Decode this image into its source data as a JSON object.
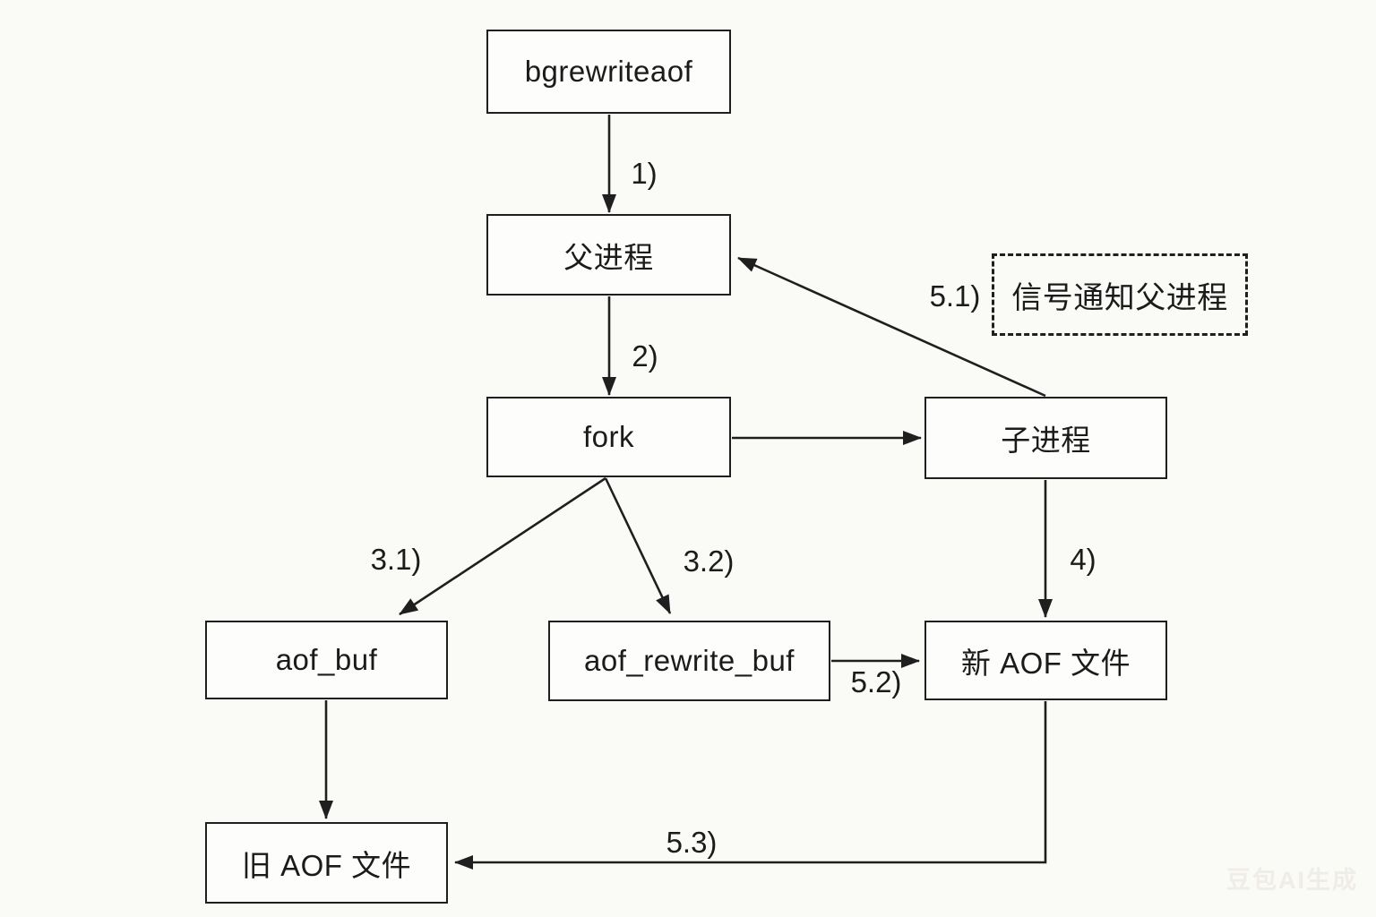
{
  "diagram": {
    "title": "bgrewriteaof AOF rewrite flow",
    "nodes": {
      "bgrewriteaof": {
        "label": "bgrewriteaof",
        "shape": "rect"
      },
      "parent_process": {
        "label": "父进程",
        "shape": "rect"
      },
      "fork": {
        "label": "fork",
        "shape": "rect"
      },
      "child_process": {
        "label": "子进程",
        "shape": "rect"
      },
      "signal_notice": {
        "label": "信号通知父进程",
        "shape": "dashed-rect"
      },
      "aof_buf": {
        "label": "aof_buf",
        "shape": "rect"
      },
      "aof_rewrite_buf": {
        "label": "aof_rewrite_buf",
        "shape": "rect"
      },
      "new_aof_file": {
        "label": "新 AOF 文件",
        "shape": "rect"
      },
      "old_aof_file": {
        "label": "旧 AOF 文件",
        "shape": "rect"
      }
    },
    "edges": [
      {
        "from": "bgrewriteaof",
        "to": "parent_process",
        "label": "1)"
      },
      {
        "from": "parent_process",
        "to": "fork",
        "label": "2)"
      },
      {
        "from": "fork",
        "to": "child_process",
        "label": ""
      },
      {
        "from": "fork",
        "to": "aof_buf",
        "label": "3.1)"
      },
      {
        "from": "fork",
        "to": "aof_rewrite_buf",
        "label": "3.2)"
      },
      {
        "from": "child_process",
        "to": "new_aof_file",
        "label": "4)"
      },
      {
        "from": "child_process",
        "to": "parent_process",
        "label": "5.1)"
      },
      {
        "from": "aof_rewrite_buf",
        "to": "new_aof_file",
        "label": "5.2)"
      },
      {
        "from": "aof_buf",
        "to": "old_aof_file",
        "label": ""
      },
      {
        "from": "new_aof_file",
        "to": "old_aof_file",
        "label": "5.3)"
      }
    ]
  },
  "watermark": {
    "text": "豆包AI生成"
  },
  "colors": {
    "background": "#fafaf7",
    "line": "#1f1f1f",
    "box_fill": "#fdfdfb",
    "text": "#1b1b1b",
    "watermark": "#f0ede8"
  }
}
